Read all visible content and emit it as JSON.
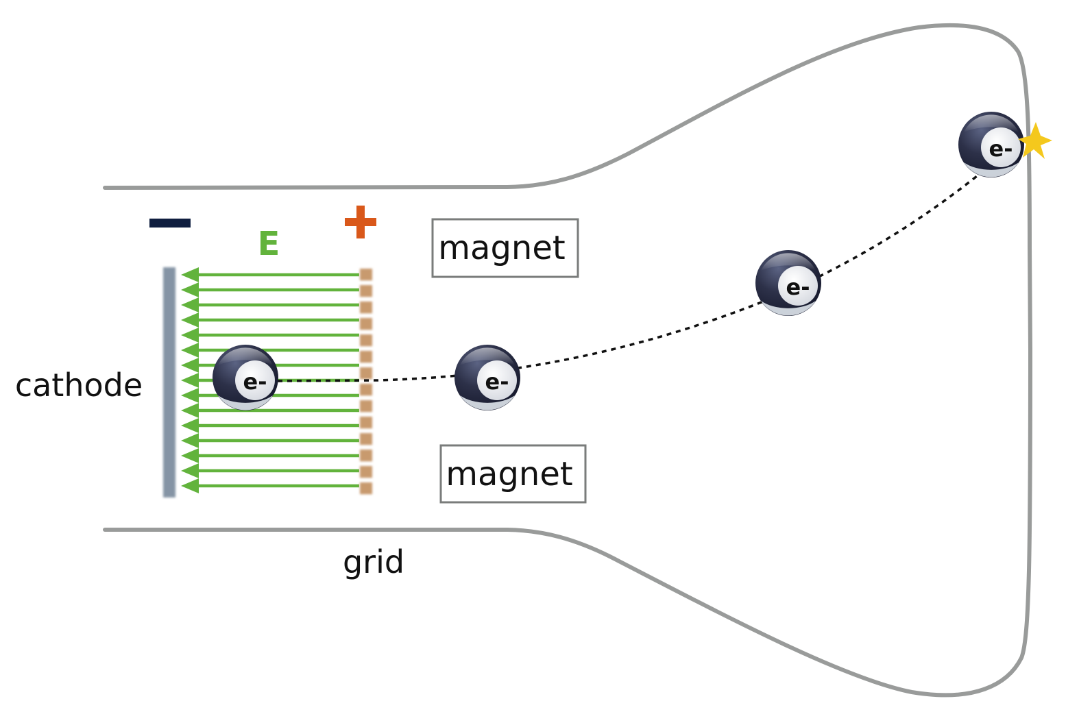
{
  "labels": {
    "cathode": "cathode",
    "grid": "grid",
    "field": "E",
    "magnet_top": "magnet",
    "magnet_bottom": "magnet",
    "electron": "e-"
  },
  "colors": {
    "tube": "#999b9a",
    "field": "#62b33c",
    "cathode_plate": "#8594a5",
    "grid": "#c89a6e",
    "negative_sign": "#0f1e3f",
    "positive_sign": "#d9581a",
    "electron_body": "#2d3149",
    "star": "#f4c81d"
  },
  "icons": {
    "negative": "minus-sign-icon",
    "positive": "plus-sign-icon",
    "impact": "star-icon"
  },
  "field_line_count": 15,
  "grid_segment_count": 14,
  "electron_count": 4
}
